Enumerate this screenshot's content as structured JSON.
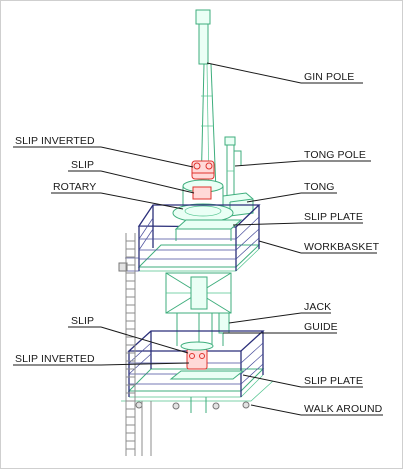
{
  "labels": {
    "gin_pole": "GIN POLE",
    "slip_inverted_top": "SLIP INVERTED",
    "tong_pole": "TONG POLE",
    "slip_top": "SLIP",
    "rotary": "ROTARY",
    "tong": "TONG",
    "slip_plate_top": "SLIP PLATE",
    "workbasket": "WORKBASKET",
    "jack": "JACK",
    "guide": "GUIDE",
    "slip_bottom": "SLIP",
    "slip_inverted_bottom": "SLIP INVERTED",
    "slip_plate_bottom": "SLIP PLATE",
    "walk_around": "WALK AROUND"
  },
  "colors": {
    "structure_green": "#3fae7d",
    "basket_navy": "#2b2f7a",
    "slip_red": "#e0322c",
    "ladder_gray": "#8c8c8c",
    "text": "#1a1a1a"
  }
}
